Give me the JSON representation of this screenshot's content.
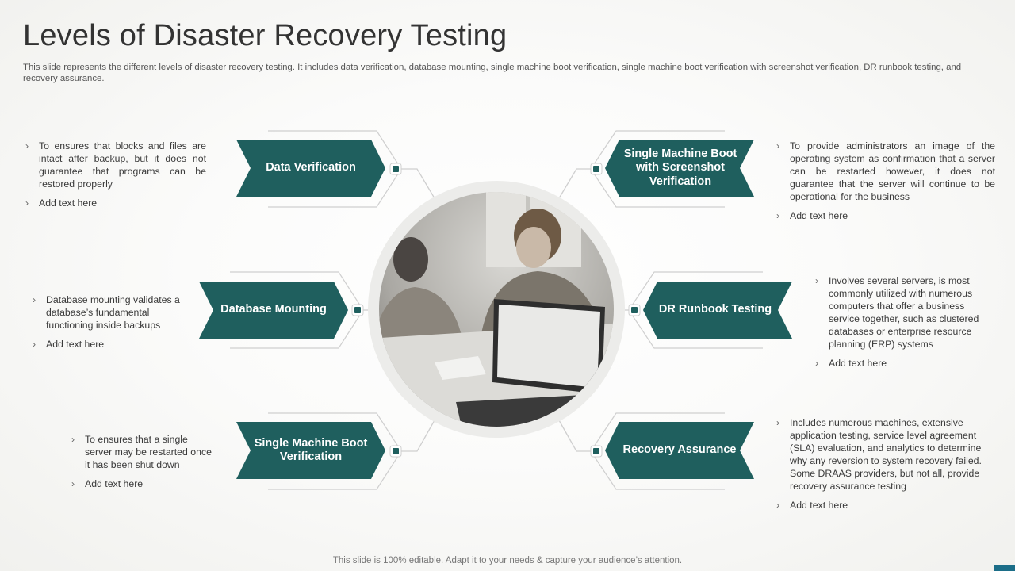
{
  "slide": {
    "title": "Levels of Disaster Recovery Testing",
    "subtitle": "This slide represents the different levels of disaster recovery testing. It includes data verification, database mounting, single machine boot verification, single machine boot verification with screenshot verification, DR runbook testing, and recovery  assurance.",
    "footer": "This slide is 100% editable. Adapt it to your needs & capture your audience’s attention."
  },
  "colors": {
    "accent_teal": "#1f5f5e",
    "outline_gray": "#c9c9c9",
    "text_dark": "#333333"
  },
  "center_image": {
    "description": "photo-people-working-on-laptop"
  },
  "levels": [
    {
      "title": "Data Verification",
      "bullets": [
        "To ensures that blocks and files are intact after backup, but it does not guarantee that programs can be restored properly",
        "Add text here"
      ]
    },
    {
      "title": "Database Mounting",
      "bullets": [
        "Database mounting validates a database’s fundamental functioning inside backups",
        "Add text here"
      ]
    },
    {
      "title": "Single Machine Boot Verification",
      "bullets": [
        "To ensures that a single server  may be restarted once it has been shut down",
        "Add text here"
      ]
    },
    {
      "title": "Single Machine Boot with Screenshot Verification",
      "bullets": [
        "To provide  administrators an image of the operating system as confirmation that a server  can be restarted however,  it does not guarantee that the server will continue to be operational for the business",
        "Add text here"
      ]
    },
    {
      "title": "DR Runbook Testing",
      "bullets": [
        "Involves  several  servers, is most commonly utilized with numerous computers that offer a business service together,  such as clustered databases or enterprise resource planning (ERP) systems",
        "Add text here"
      ]
    },
    {
      "title": "Recovery Assurance",
      "bullets": [
        "Includes numerous machines, extensive application testing, service level agreement (SLA) evaluation,  and analytics to determine why any reversion  to system recovery  failed. Some DRAAS providers,  but not all, provide recovery  assurance testing",
        "Add text here"
      ]
    }
  ]
}
